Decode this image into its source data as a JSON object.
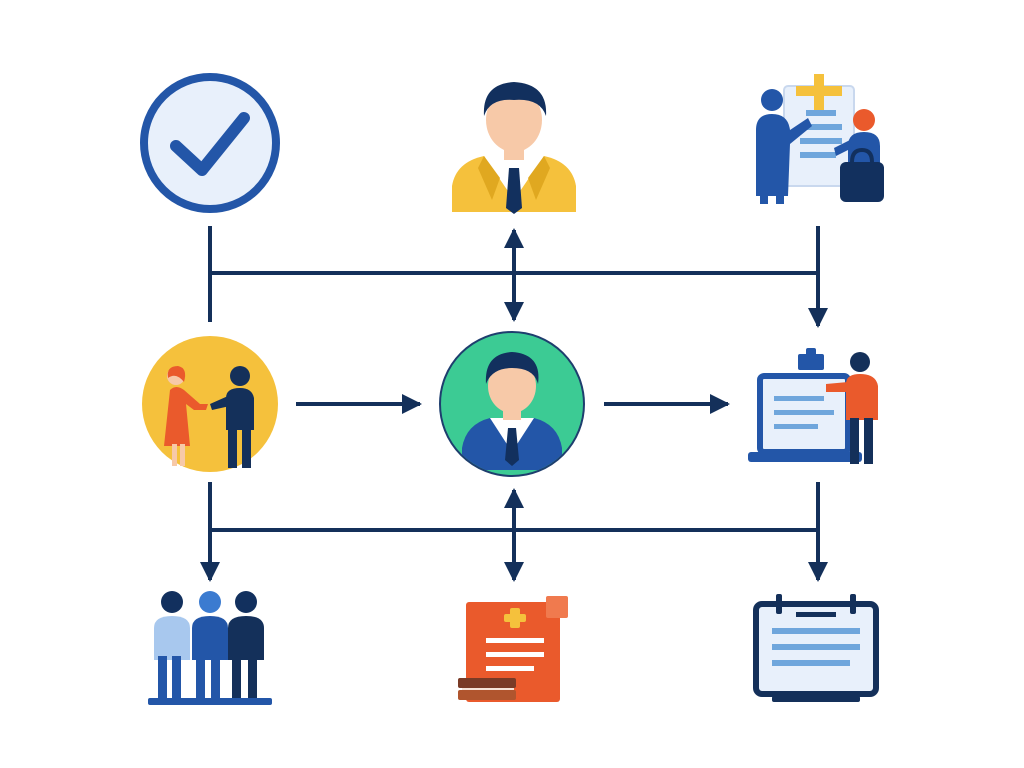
{
  "diagram": {
    "nodes": [
      {
        "id": "approval-check",
        "icon": "check-circle-icon",
        "row": 0,
        "col": 0
      },
      {
        "id": "executive-person",
        "icon": "businessman-icon",
        "row": 0,
        "col": 1
      },
      {
        "id": "planning-team",
        "icon": "planning-board-icon",
        "row": 0,
        "col": 2
      },
      {
        "id": "partnership",
        "icon": "handshake-icon",
        "row": 1,
        "col": 0
      },
      {
        "id": "central-manager",
        "icon": "manager-avatar-icon",
        "row": 1,
        "col": 1
      },
      {
        "id": "presenter-laptop",
        "icon": "laptop-presentation-icon",
        "row": 1,
        "col": 2
      },
      {
        "id": "team-group",
        "icon": "team-people-icon",
        "row": 2,
        "col": 0
      },
      {
        "id": "documentation",
        "icon": "book-document-icon",
        "row": 2,
        "col": 1
      },
      {
        "id": "monitor-schedule",
        "icon": "monitor-calendar-icon",
        "row": 2,
        "col": 2
      }
    ],
    "connections": [
      {
        "from": "partnership",
        "to": "central-manager",
        "style": "arrow"
      },
      {
        "from": "central-manager",
        "to": "presenter-laptop",
        "style": "arrow"
      },
      {
        "from": "executive-person",
        "to": "central-manager",
        "style": "double-arrow"
      },
      {
        "from": "central-manager",
        "to": "documentation",
        "style": "double-arrow"
      },
      {
        "from": "planning-team",
        "to": "presenter-laptop",
        "style": "arrow"
      },
      {
        "from": "partnership",
        "to": "team-group",
        "style": "arrow"
      },
      {
        "from": "presenter-laptop",
        "to": "monitor-schedule",
        "style": "arrow"
      }
    ],
    "colors": {
      "line": "#14305a",
      "blue": "#2356a8",
      "light_blue": "#6fa6dc",
      "pale_blue": "#e8f0fb",
      "yellow": "#f5c13c",
      "green": "#3ccb94",
      "orange": "#ea5a2c",
      "skin": "#f7c9a8",
      "hair": "#12305e"
    }
  }
}
